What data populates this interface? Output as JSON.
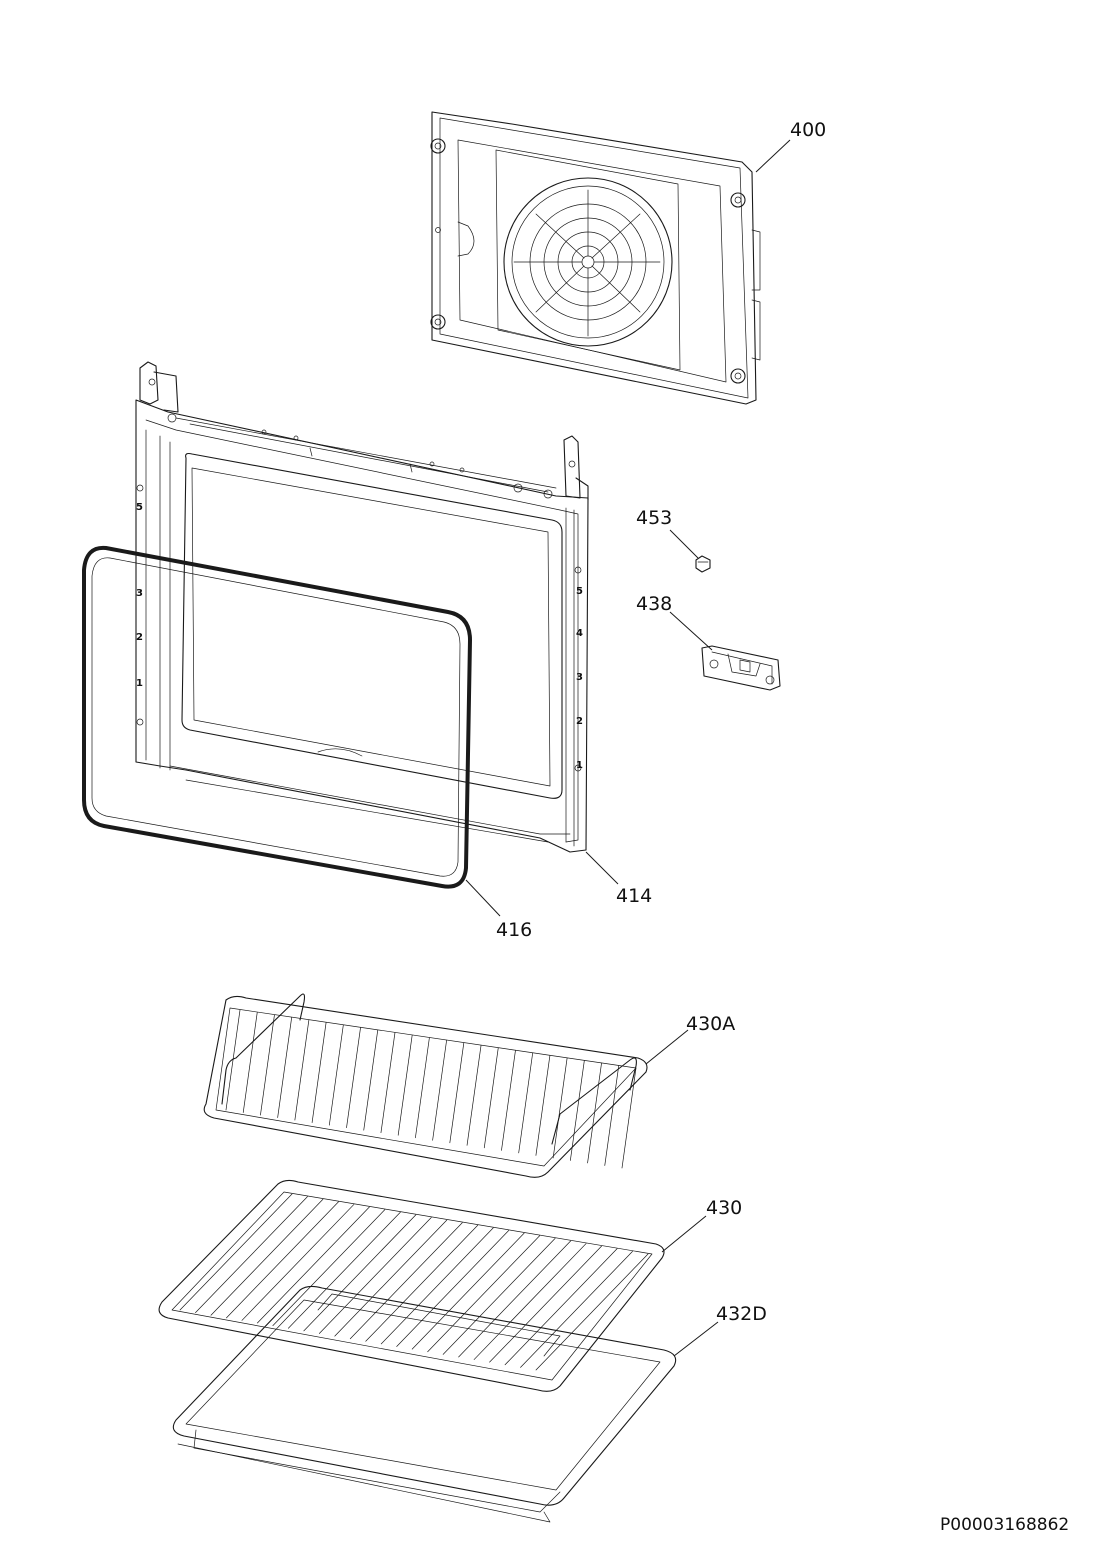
{
  "parts": [
    {
      "id": "back-panel",
      "label": "400"
    },
    {
      "id": "oven-cavity-frame",
      "label": "414"
    },
    {
      "id": "door-gasket",
      "label": "416"
    },
    {
      "id": "screw",
      "label": "453"
    },
    {
      "id": "hinge-bracket",
      "label": "438"
    },
    {
      "id": "wire-rack-handles",
      "label": "430A"
    },
    {
      "id": "wire-rack",
      "label": "430"
    },
    {
      "id": "baking-tray",
      "label": "432D"
    }
  ],
  "shelf_levels": {
    "left": [
      "5",
      "3",
      "2",
      "1"
    ],
    "right": [
      "5",
      "4",
      "3",
      "2",
      "1"
    ]
  },
  "document_id": "P00003168862",
  "colors": {
    "line": "#1a1a1a",
    "background": "#ffffff"
  }
}
